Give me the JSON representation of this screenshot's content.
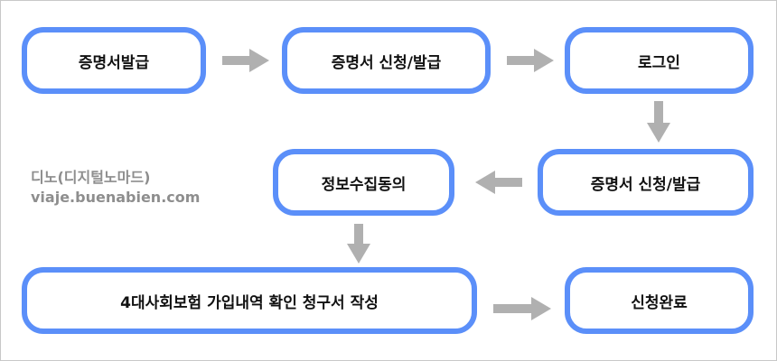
{
  "steps": {
    "certificate_issue": "증명서발급",
    "apply_issue_1": "증명서 신청/발급",
    "login": "로그인",
    "apply_issue_2": "증명서 신청/발급",
    "consent": "정보수집동의",
    "history_request": "4대사회보험 가입내역 확인 청구서 작성",
    "complete": "신청완료"
  },
  "watermark": {
    "line1": "디노(디지털노마드)",
    "line2": "viaje.buenabien.com"
  },
  "colors": {
    "box_border": "#5b8ff9",
    "arrow": "#b0b0b0",
    "watermark": "#8e8e8e"
  }
}
